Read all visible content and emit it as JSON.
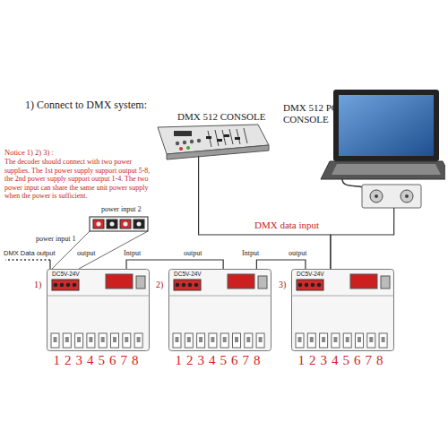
{
  "diagram": {
    "title": "1) Connect to DMX system:",
    "nodes": [
      {
        "text": [
          "DMX 512 CONSOLE"
        ]
      },
      {
        "text": [
          "DMX 512 PC CONSOLE"
        ]
      },
      {
        "text": [
          "1)",
          "DC5V-24V",
          "12345678"
        ]
      },
      {
        "text": [
          "2)",
          "DC5V-24V",
          "12345678"
        ]
      },
      {
        "text": [
          "3)",
          "DC5V-24V",
          "12345678"
        ]
      }
    ],
    "edges": [
      {
        "from": 0,
        "to": 4,
        "arrow": "none"
      },
      {
        "from": 1,
        "to": 4,
        "arrow": "none"
      },
      {
        "from": 4,
        "to": 3,
        "arrow": "none"
      },
      {
        "from": 3,
        "to": 2,
        "arrow": "none"
      }
    ],
    "labels": [
      "Notice 1) 2) 3) :",
      "The decoder should connect with two power supplies. The 1st power supply support output 5-8, the 2nd power supply support output 1-4. The two power input can share the same unit power supply when the power is sufficient.",
      "power input 2",
      "power input 1",
      "DMX data input",
      "DMX Data output",
      "output",
      "Intput",
      "output",
      "Intput",
      "output"
    ]
  }
}
